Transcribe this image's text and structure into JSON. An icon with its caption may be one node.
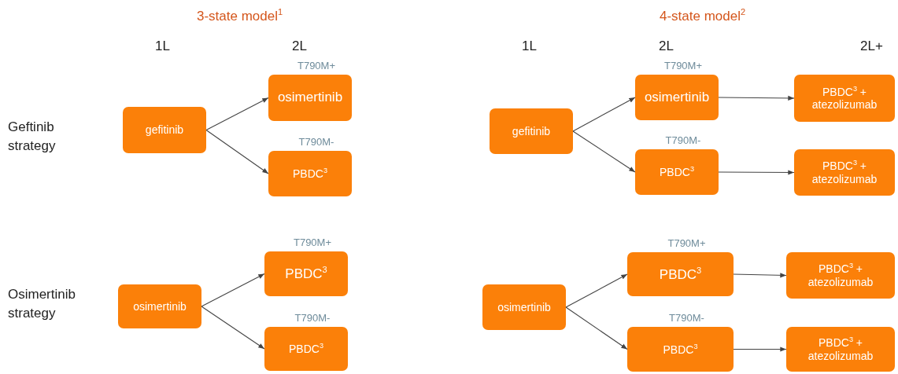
{
  "diagram": {
    "nodes": [
      {
        "text": [
          "gefitinib"
        ]
      },
      {
        "text": [
          "osimertinib"
        ],
        "beside": [
          "T790M+"
        ]
      },
      {
        "text": [
          "PBDC$^{3}$"
        ],
        "beside": [
          "T790M-"
        ]
      },
      {
        "text": [
          "gefitinib"
        ]
      },
      {
        "text": [
          "osimertinib"
        ],
        "beside": [
          "T790M+"
        ]
      },
      {
        "text": [
          "PBDC$^{3}$ + atezolizumab"
        ]
      },
      {
        "text": [
          "PBDC$^{3}$"
        ],
        "beside": [
          "T790M-"
        ]
      },
      {
        "text": [
          "PBDC$^{3}$ + atezolizumab"
        ]
      },
      {
        "text": [
          "osimertinib"
        ]
      },
      {
        "text": [
          "PBDC$^{3}$"
        ],
        "beside": [
          "T790M+"
        ]
      },
      {
        "text": [
          "PBDC$^{3}$"
        ],
        "beside": [
          "T790M-"
        ]
      },
      {
        "text": [
          "osimertinib"
        ]
      },
      {
        "text": [
          "PBDC$^{3}$"
        ],
        "beside": [
          "T790M+"
        ]
      },
      {
        "text": [
          "PBDC$^{3}$ + atezolizumab"
        ]
      },
      {
        "text": [
          "PBDC$^{3}$"
        ],
        "beside": [
          "T790M-"
        ]
      },
      {
        "text": [
          "PBDC$^{3}$ + atezolizumab"
        ]
      }
    ],
    "edges": [
      {
        "from": 0,
        "to": 1,
        "arrow": "to"
      },
      {
        "from": 0,
        "to": 2,
        "arrow": "to"
      },
      {
        "from": 3,
        "to": 4,
        "arrow": "to"
      },
      {
        "from": 4,
        "to": 5,
        "arrow": "to"
      },
      {
        "from": 3,
        "to": 6,
        "arrow": "to"
      },
      {
        "from": 6,
        "to": 7,
        "arrow": "to"
      },
      {
        "from": 8,
        "to": 9,
        "arrow": "to"
      },
      {
        "from": 8,
        "to": 10,
        "arrow": "to"
      },
      {
        "from": 11,
        "to": 12,
        "arrow": "to"
      },
      {
        "from": 12,
        "to": 13,
        "arrow": "to"
      },
      {
        "from": 11,
        "to": 14,
        "arrow": "to"
      },
      {
        "from": 14,
        "to": 15,
        "arrow": "to"
      }
    ],
    "labels": [
      "3-state model$^{1}$",
      "4-state model$^{2}$",
      "1L",
      "2L",
      "1L",
      "2L",
      "2L+",
      "Geftinib strategy",
      "Osimertinib strategy"
    ]
  }
}
